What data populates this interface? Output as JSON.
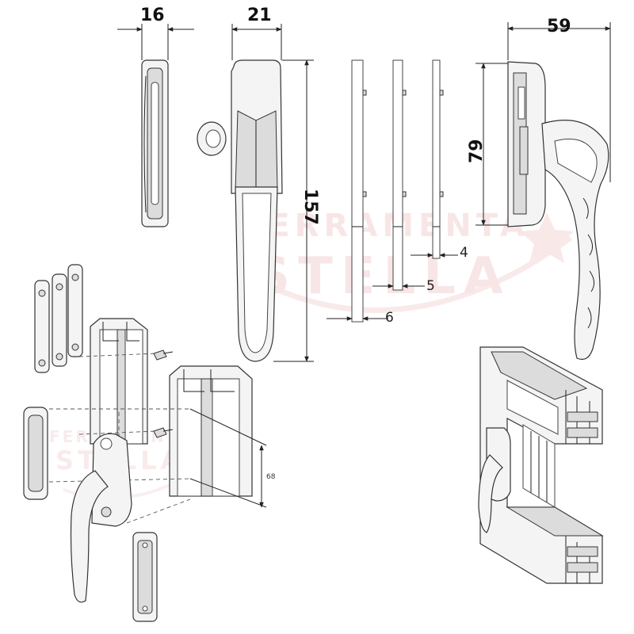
{
  "watermark": {
    "line1": "FERRAMENTA",
    "line2": "STELLA",
    "color": "#f3d3d3"
  },
  "dimensions": {
    "plate_width": "16",
    "handle_width": "21",
    "handle_height": "157",
    "side_depth": "59",
    "side_height": "79",
    "spindle_4": "4",
    "spindle_5": "5",
    "spindle_6": "6",
    "profile_spacing": "68"
  },
  "colors": {
    "line": "#222222",
    "part_fill": "#f4f4f4",
    "shade": "#dcdcdc"
  }
}
